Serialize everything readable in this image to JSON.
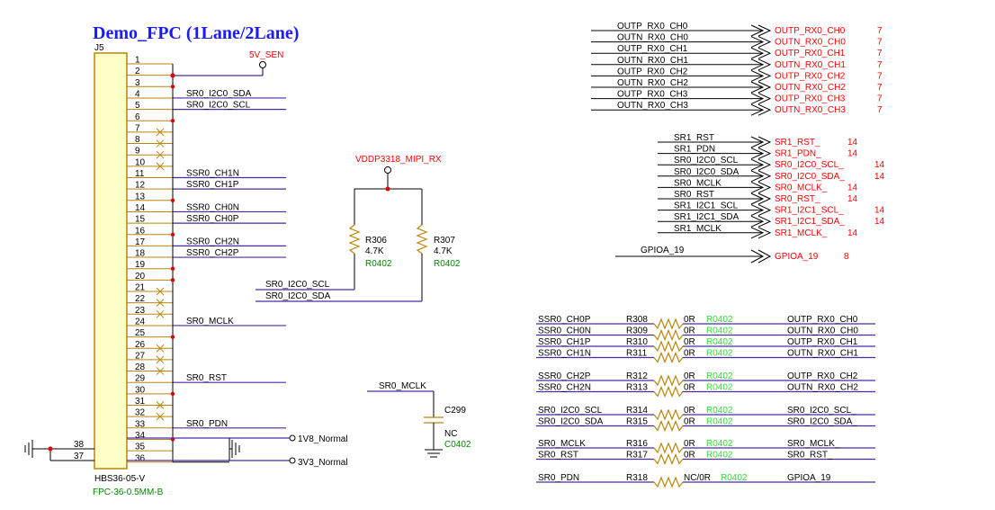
{
  "title": "Demo_FPC (1Lane/2Lane)",
  "connector": {
    "ref": "J5",
    "part": "HBS36-05-V",
    "footprint": "FPC-36-0.5MM-B",
    "pins": [
      {
        "num": "1",
        "net": ""
      },
      {
        "num": "2",
        "net": ""
      },
      {
        "num": "3",
        "net": ""
      },
      {
        "num": "4",
        "net": "SR0_I2C0_SDA"
      },
      {
        "num": "5",
        "net": "SR0_I2C0_SCL"
      },
      {
        "num": "6",
        "net": ""
      },
      {
        "num": "7",
        "net": ""
      },
      {
        "num": "8",
        "net": ""
      },
      {
        "num": "9",
        "net": ""
      },
      {
        "num": "10",
        "net": ""
      },
      {
        "num": "11",
        "net": "SSR0_CH1N"
      },
      {
        "num": "12",
        "net": "SSR0_CH1P"
      },
      {
        "num": "13",
        "net": ""
      },
      {
        "num": "14",
        "net": "SSR0_CH0N"
      },
      {
        "num": "15",
        "net": "SSR0_CH0P"
      },
      {
        "num": "16",
        "net": ""
      },
      {
        "num": "17",
        "net": "SSR0_CH2N"
      },
      {
        "num": "18",
        "net": "SSR0_CH2P"
      },
      {
        "num": "19",
        "net": ""
      },
      {
        "num": "20",
        "net": ""
      },
      {
        "num": "21",
        "net": ""
      },
      {
        "num": "22",
        "net": ""
      },
      {
        "num": "23",
        "net": ""
      },
      {
        "num": "24",
        "net": "SR0_MCLK"
      },
      {
        "num": "25",
        "net": ""
      },
      {
        "num": "26",
        "net": ""
      },
      {
        "num": "27",
        "net": ""
      },
      {
        "num": "28",
        "net": ""
      },
      {
        "num": "29",
        "net": "SR0_RST"
      },
      {
        "num": "30",
        "net": ""
      },
      {
        "num": "31",
        "net": ""
      },
      {
        "num": "32",
        "net": ""
      },
      {
        "num": "33",
        "net": "SR0_PDN"
      },
      {
        "num": "34",
        "net": ""
      },
      {
        "num": "35",
        "net": ""
      },
      {
        "num": "36",
        "net": ""
      }
    ],
    "left_pins": [
      "38",
      "37"
    ]
  },
  "power": {
    "sen": "5V_SEN",
    "vddp": "VDDP3318_MIPI_RX",
    "v1v8": "1V8_Normal",
    "v3v3": "3V3_Normal"
  },
  "pullups": {
    "r306": {
      "ref": "R306",
      "value": "4.7K",
      "pkg": "R0402"
    },
    "r307": {
      "ref": "R307",
      "value": "4.7K",
      "pkg": "R0402"
    },
    "scl": "SR0_I2C0_SCL",
    "sda": "SR0_I2C0_SDA"
  },
  "cap": {
    "net": "SR0_MCLK",
    "ref": "C299",
    "value": "NC",
    "pkg": "C0402"
  },
  "outp_ports": [
    {
      "in": "OUTP_RX0_CH0",
      "out": "OUTP_RX0_CH0",
      "page": "7"
    },
    {
      "in": "OUTN_RX0_CH0",
      "out": "OUTN_RX0_CH0",
      "page": "7"
    },
    {
      "in": "OUTP_RX0_CH1",
      "out": "OUTP_RX0_CH1",
      "page": "7"
    },
    {
      "in": "OUTN_RX0_CH1",
      "out": "OUTN_RX0_CH1",
      "page": "7"
    },
    {
      "in": "OUTP_RX0_CH2",
      "out": "OUTP_RX0_CH2",
      "page": "7"
    },
    {
      "in": "OUTN_RX0_CH2",
      "out": "OUTN_RX0_CH2",
      "page": "7"
    },
    {
      "in": "OUTP_RX0_CH3",
      "out": "OUTP_RX0_CH3",
      "page": "7"
    },
    {
      "in": "OUTN_RX0_CH3",
      "out": "OUTN_RX0_CH3",
      "page": "7"
    }
  ],
  "sr1_ports": [
    {
      "in": "SR1_RST_",
      "out": "SR1_RST_",
      "page": "14"
    },
    {
      "in": "SR1_PDN_",
      "out": "SR1_PDN_",
      "page": "14"
    },
    {
      "in": "SR0_I2C0_SCL",
      "out": "SR0_I2C0_SCL_",
      "page": "14"
    },
    {
      "in": "SR0_I2C0_SDA",
      "out": "SR0_I2C0_SDA_",
      "page": "14"
    },
    {
      "in": "SR0_MCLK",
      "out": "SR0_MCLK_",
      "page": "14"
    },
    {
      "in": "SR0_RST",
      "out": "SR0_RST_",
      "page": "14"
    },
    {
      "in": "SR1_I2C1_SCL",
      "out": "SR1_I2C1_SCL_",
      "page": "14"
    },
    {
      "in": "SR1_I2C1_SDA",
      "out": "SR1_I2C1_SDA_",
      "page": "14"
    },
    {
      "in": "SR1_MCLK_",
      "out": "SR1_MCLK_",
      "page": "14"
    }
  ],
  "gpio_port": {
    "in": "GPIOA_19",
    "out": "GPIOA_19",
    "page": "8"
  },
  "zero_ohm": [
    {
      "left": "SSR0_CH0P",
      "ref": "R308",
      "value": "0R",
      "pkg": "R0402",
      "right": "OUTP_RX0_CH0"
    },
    {
      "left": "SSR0_CH0N",
      "ref": "R309",
      "value": "0R",
      "pkg": "R0402",
      "right": "OUTN_RX0_CH0"
    },
    {
      "left": "SSR0_CH1P",
      "ref": "R310",
      "value": "0R",
      "pkg": "R0402",
      "right": "OUTP_RX0_CH1"
    },
    {
      "left": "SSR0_CH1N",
      "ref": "R311",
      "value": "0R",
      "pkg": "R0402",
      "right": "OUTN_RX0_CH1"
    },
    {
      "left": "SSR0_CH2P",
      "ref": "R312",
      "value": "0R",
      "pkg": "R0402",
      "right": "OUTP_RX0_CH2"
    },
    {
      "left": "SSR0_CH2N",
      "ref": "R313",
      "value": "0R",
      "pkg": "R0402",
      "right": "OUTN_RX0_CH2"
    },
    {
      "left": "SR0_I2C0_SCL",
      "ref": "R314",
      "value": "0R",
      "pkg": "R0402",
      "right": "SR0_I2C0_SCL_"
    },
    {
      "left": "SR0_I2C0_SDA",
      "ref": "R315",
      "value": "0R",
      "pkg": "R0402",
      "right": "SR0_I2C0_SDA_"
    },
    {
      "left": "SR0_MCLK",
      "ref": "R316",
      "value": "0R",
      "pkg": "R0402",
      "right": "SR0_MCLK_"
    },
    {
      "left": "SR0_RST",
      "ref": "R317",
      "value": "0R",
      "pkg": "R0402",
      "right": "SR0_RST_"
    },
    {
      "left": "SR0_PDN",
      "ref": "R318",
      "value": "NC/0R",
      "pkg": "R0402",
      "right": "GPIOA_19"
    }
  ]
}
